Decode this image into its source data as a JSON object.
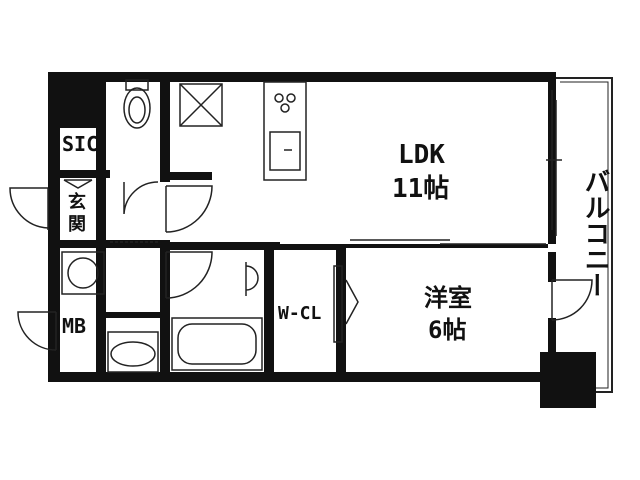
{
  "rooms": {
    "ldk_name": "LDK",
    "ldk_size": "11帖",
    "western_name": "洋室",
    "western_size": "6帖",
    "walk_in_closet": "W-CL",
    "shoe_closet": "SIC",
    "entrance": "玄関",
    "meter_box": "MB",
    "balcony": "バルコニー"
  },
  "colors": {
    "wall": "#111111",
    "line": "#222222",
    "background": "#ffffff"
  }
}
